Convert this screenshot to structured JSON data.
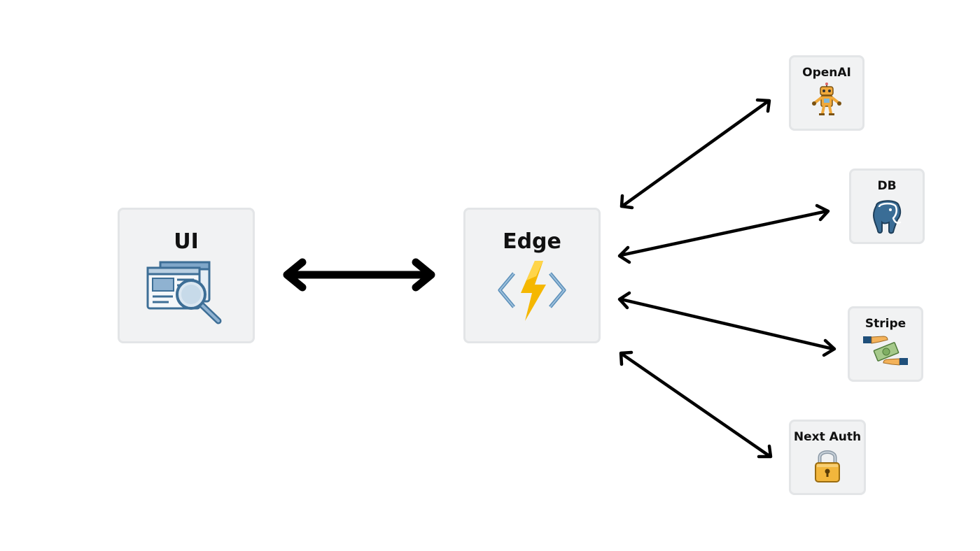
{
  "nodes": {
    "ui": {
      "label": "UI",
      "icon": "browser-magnifier-icon"
    },
    "edge": {
      "label": "Edge",
      "icon": "lightning-code-icon"
    },
    "openai": {
      "label": "OpenAI",
      "icon": "robot-icon"
    },
    "db": {
      "label": "DB",
      "icon": "postgres-elephant-icon"
    },
    "stripe": {
      "label": "Stripe",
      "icon": "money-exchange-icon"
    },
    "nextauth": {
      "label": "Next Auth",
      "icon": "padlock-icon"
    }
  },
  "edges": [
    {
      "from": "UI",
      "to": "Edge",
      "direction": "bidirectional"
    },
    {
      "from": "Edge",
      "to": "OpenAI",
      "direction": "bidirectional"
    },
    {
      "from": "Edge",
      "to": "DB",
      "direction": "bidirectional"
    },
    {
      "from": "Edge",
      "to": "Stripe",
      "direction": "bidirectional"
    },
    {
      "from": "Edge",
      "to": "Next Auth",
      "direction": "bidirectional"
    }
  ],
  "colors": {
    "node_fill": "#f1f2f3",
    "node_border": "#e3e5e7",
    "arrow": "#000000",
    "lightning": "#f5b700",
    "icon_blue": "#3d6e96"
  }
}
